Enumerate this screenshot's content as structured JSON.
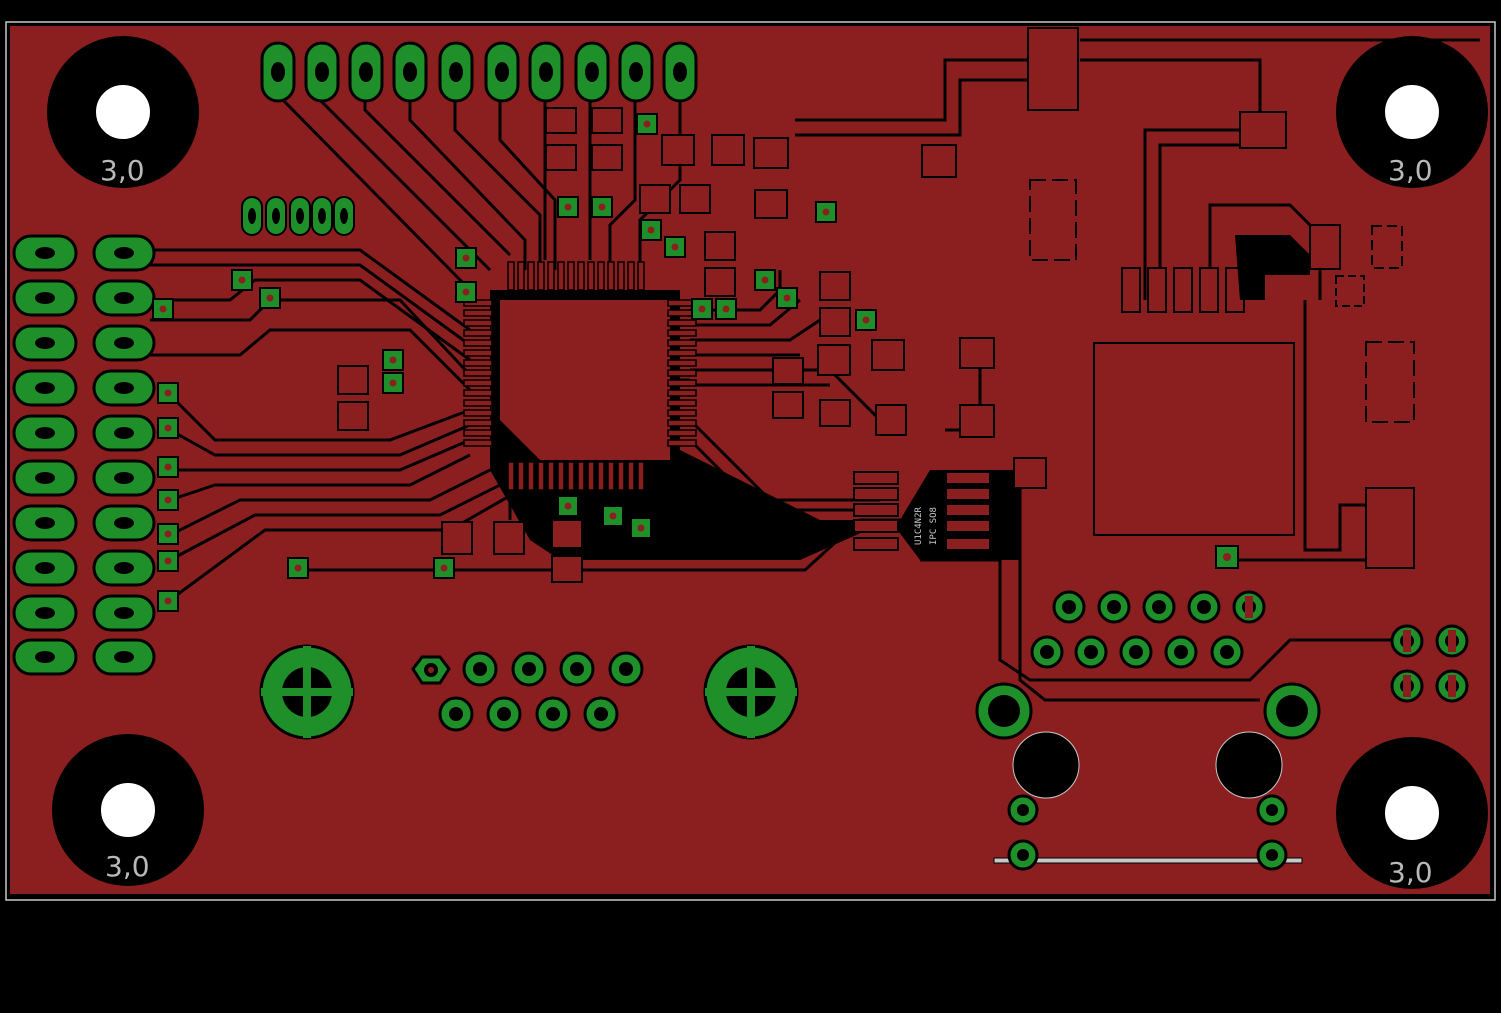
{
  "colors": {
    "background": "#000000",
    "board_copper": "#8b1f1f",
    "pad_green": "#1f8f2a",
    "outline": "#c8c8c8",
    "silkscreen": "#b9b9b9"
  },
  "mounting_holes": [
    {
      "label": "3,0"
    },
    {
      "label": "3,0"
    },
    {
      "label": "3,0"
    },
    {
      "label": "3,0"
    }
  ],
  "silkscreen": {
    "ic_text_line1": "IPC SO8",
    "ic_text_line2": "U1C4N2R"
  }
}
